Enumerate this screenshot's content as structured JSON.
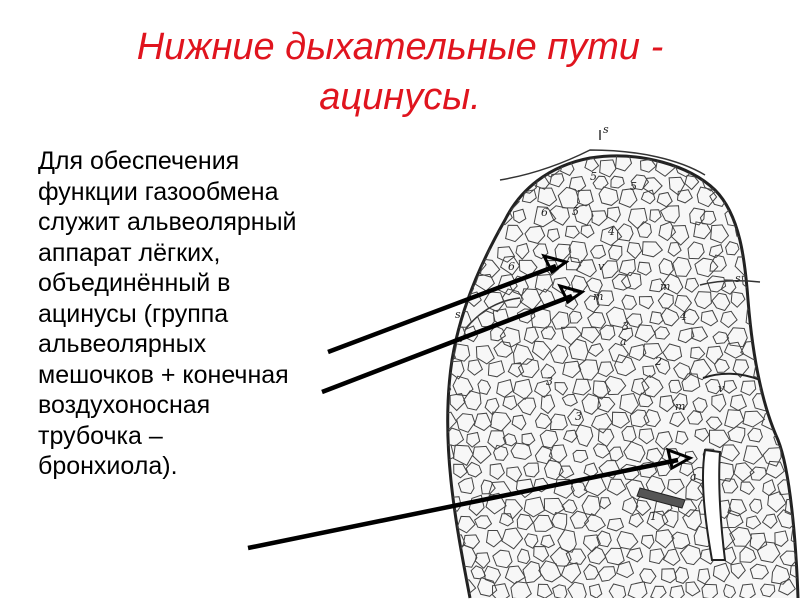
{
  "slide": {
    "title": "Нижние дыхательные пути -\nацинусы.",
    "body": "Для обеспечения\nфункции газообмена\nслужит альвеолярный\nаппарат лёгких,\nобъединённый в\nацинусы (группа\nальвеолярных\nмешочков + конечная\nвоздухоносная\nтрубочка –\nбронхиола)."
  },
  "diagram": {
    "labels": [
      "s",
      "s",
      "s",
      "5",
      "5",
      "5",
      "6",
      "6",
      "4",
      "4",
      "3",
      "3",
      "3",
      "2",
      "m",
      "m",
      "m",
      "a",
      "a",
      "v",
      "v",
      "1"
    ],
    "colors": {
      "title": "#e0141e",
      "text": "#000000",
      "arrow": "#000000"
    }
  }
}
